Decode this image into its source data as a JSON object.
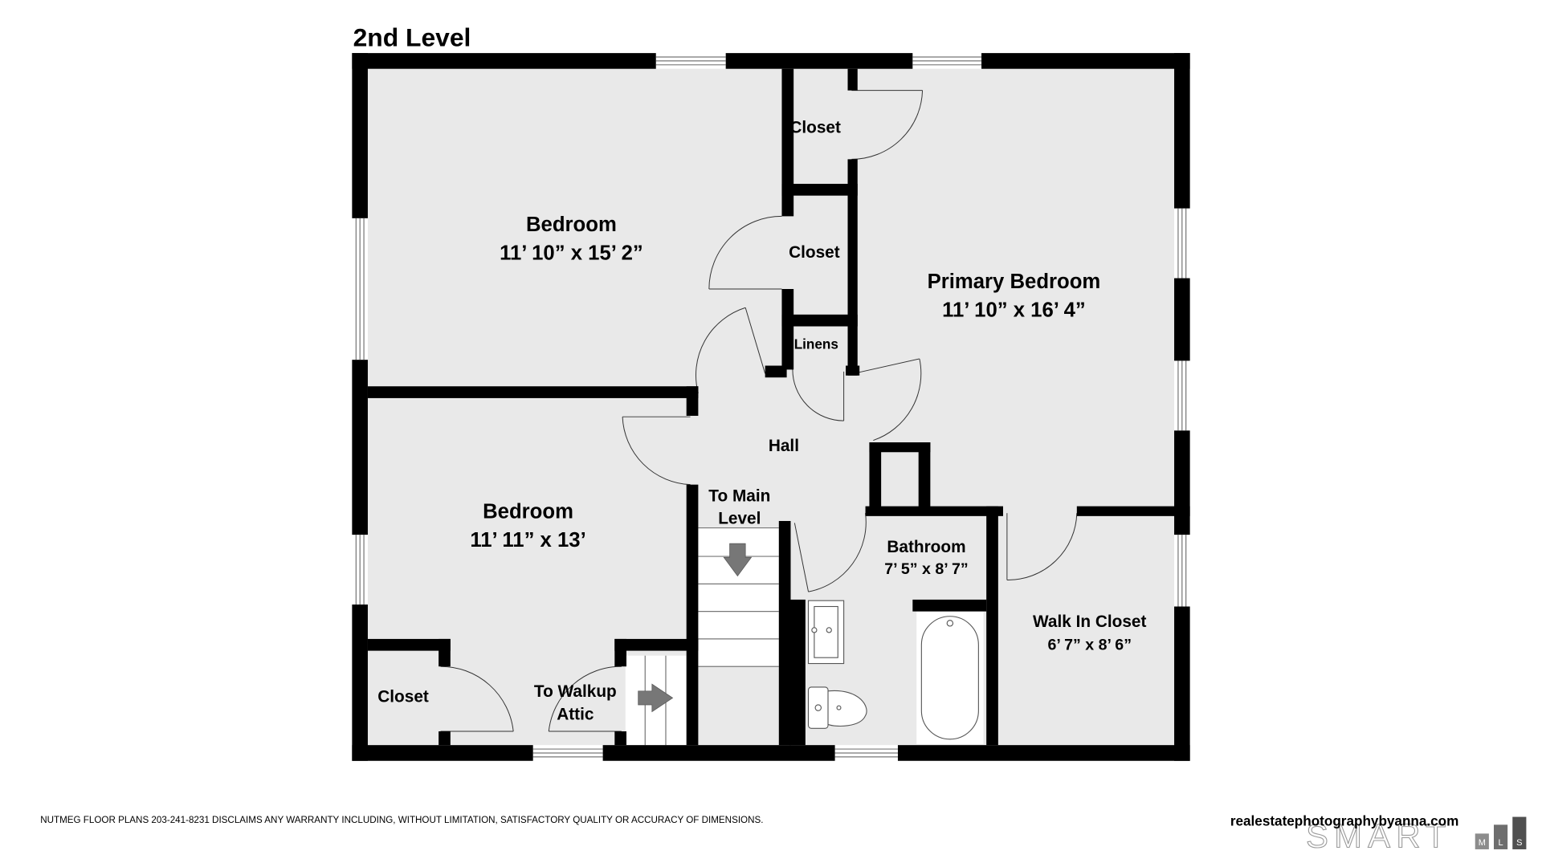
{
  "title": "2nd Level",
  "rooms": {
    "bedroom1": {
      "name": "Bedroom",
      "dims": "11’ 10” x 15’ 2”"
    },
    "closet_top": {
      "name": "Closet"
    },
    "closet_mid": {
      "name": "Closet"
    },
    "linens": {
      "name": "Linens"
    },
    "primary": {
      "name": "Primary Bedroom",
      "dims": "11’ 10” x 16’ 4”"
    },
    "hall": {
      "name": "Hall"
    },
    "stairs_main": {
      "line1": "To Main",
      "line2": "Level"
    },
    "bedroom2": {
      "name": "Bedroom",
      "dims": "11’ 11” x 13’"
    },
    "closet_bottom": {
      "name": "Closet"
    },
    "attic": {
      "line1": "To Walkup",
      "line2": "Attic"
    },
    "bathroom": {
      "name": "Bathroom",
      "dims": "7’ 5” x 8’ 7”"
    },
    "walkin": {
      "name": "Walk In Closet",
      "dims": "6’ 7” x 8’ 6”"
    }
  },
  "footer": {
    "disclaimer": "NUTMEG FLOOR PLANS 203-241-8231 DISCLAIMS ANY WARRANTY INCLUDING, WITHOUT LIMITATION, SATISFACTORY QUALITY OR ACCURACY OF DIMENSIONS.",
    "website": "realestatephotographybyanna.com",
    "logo_text": "SMART",
    "logo_letters": [
      "M",
      "L",
      "S"
    ]
  },
  "colors": {
    "wall": "#000000",
    "floor": "#e9e9e9",
    "stairs": "#ffffff",
    "arrow": "#777777"
  }
}
